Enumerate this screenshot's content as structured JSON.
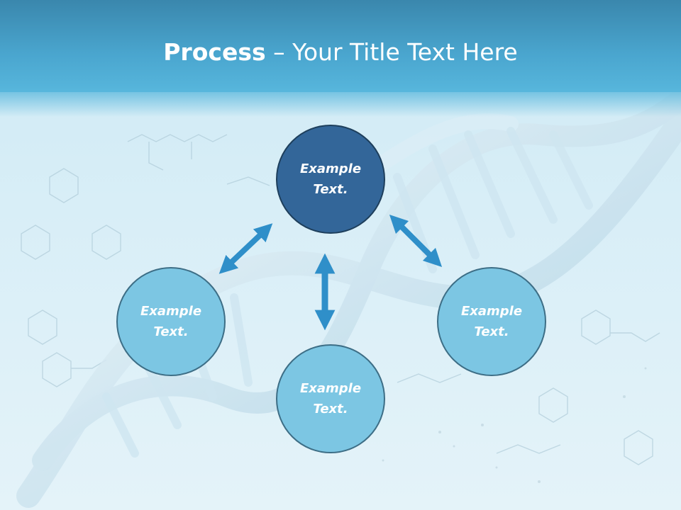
{
  "title": {
    "bold": "Process",
    "rest": " – Your Title Text Here"
  },
  "nodes": [
    {
      "line1": "Example",
      "line2": "Text."
    },
    {
      "line1": "Example",
      "line2": "Text."
    },
    {
      "line1": "Example",
      "line2": "Text."
    },
    {
      "line1": "Example",
      "line2": "Text."
    }
  ],
  "colors": {
    "header": "#4aa6cf",
    "center_node": "#336699",
    "outer_node": "#7cc6e3",
    "arrow": "#2f8fc9"
  }
}
